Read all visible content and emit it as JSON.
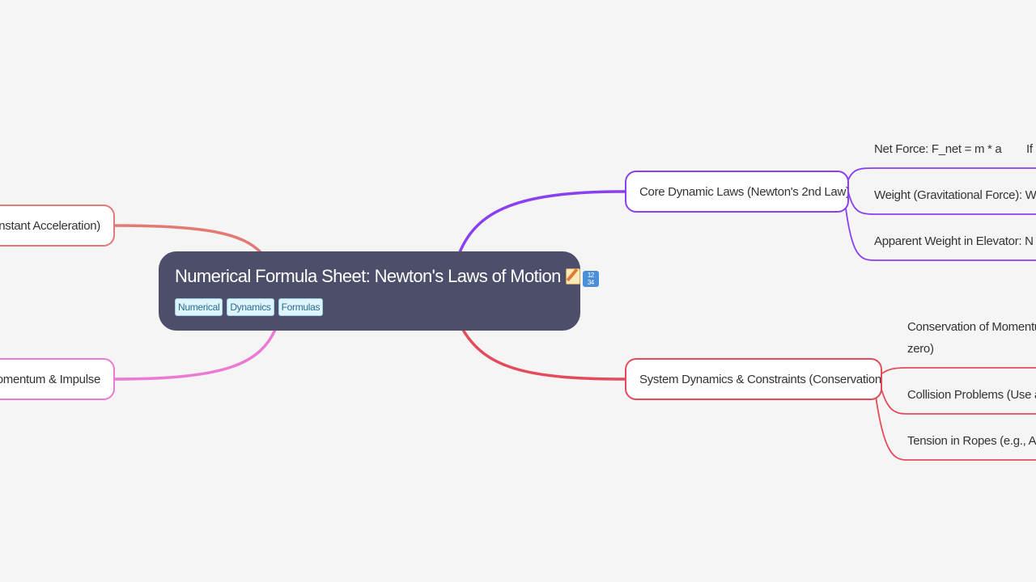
{
  "root": {
    "title": "Numerical Formula Sheet: Newton's Laws of Motion",
    "icons": [
      "edit-note-icon",
      "numbers-icon"
    ],
    "tags": [
      "Numerical",
      "Dynamics",
      "Formulas"
    ]
  },
  "branches": {
    "core": {
      "label": "Core Dynamic Laws (Newton's 2nd Law)",
      "color": "#8a3ff0",
      "children": [
        "Net Force: F_net = m * a",
        "Weight (Gravitational Force): W = m",
        "Apparent Weight in Elevator: N = m"
      ],
      "sub_fragment": "If"
    },
    "system": {
      "label": "System Dynamics & Constraints (Conservation)",
      "color": "#e44b5a",
      "children": [
        "Conservation of Momentum",
        "Collision Problems (Use ab",
        "Tension in Ropes (e.g., Atw"
      ],
      "wrap_fragment": "zero)"
    },
    "kinematics": {
      "label": "nstant Acceleration)",
      "color": "#e27a74"
    },
    "momentum": {
      "label": "omentum & Impulse",
      "color": "#ec7ad2"
    }
  }
}
